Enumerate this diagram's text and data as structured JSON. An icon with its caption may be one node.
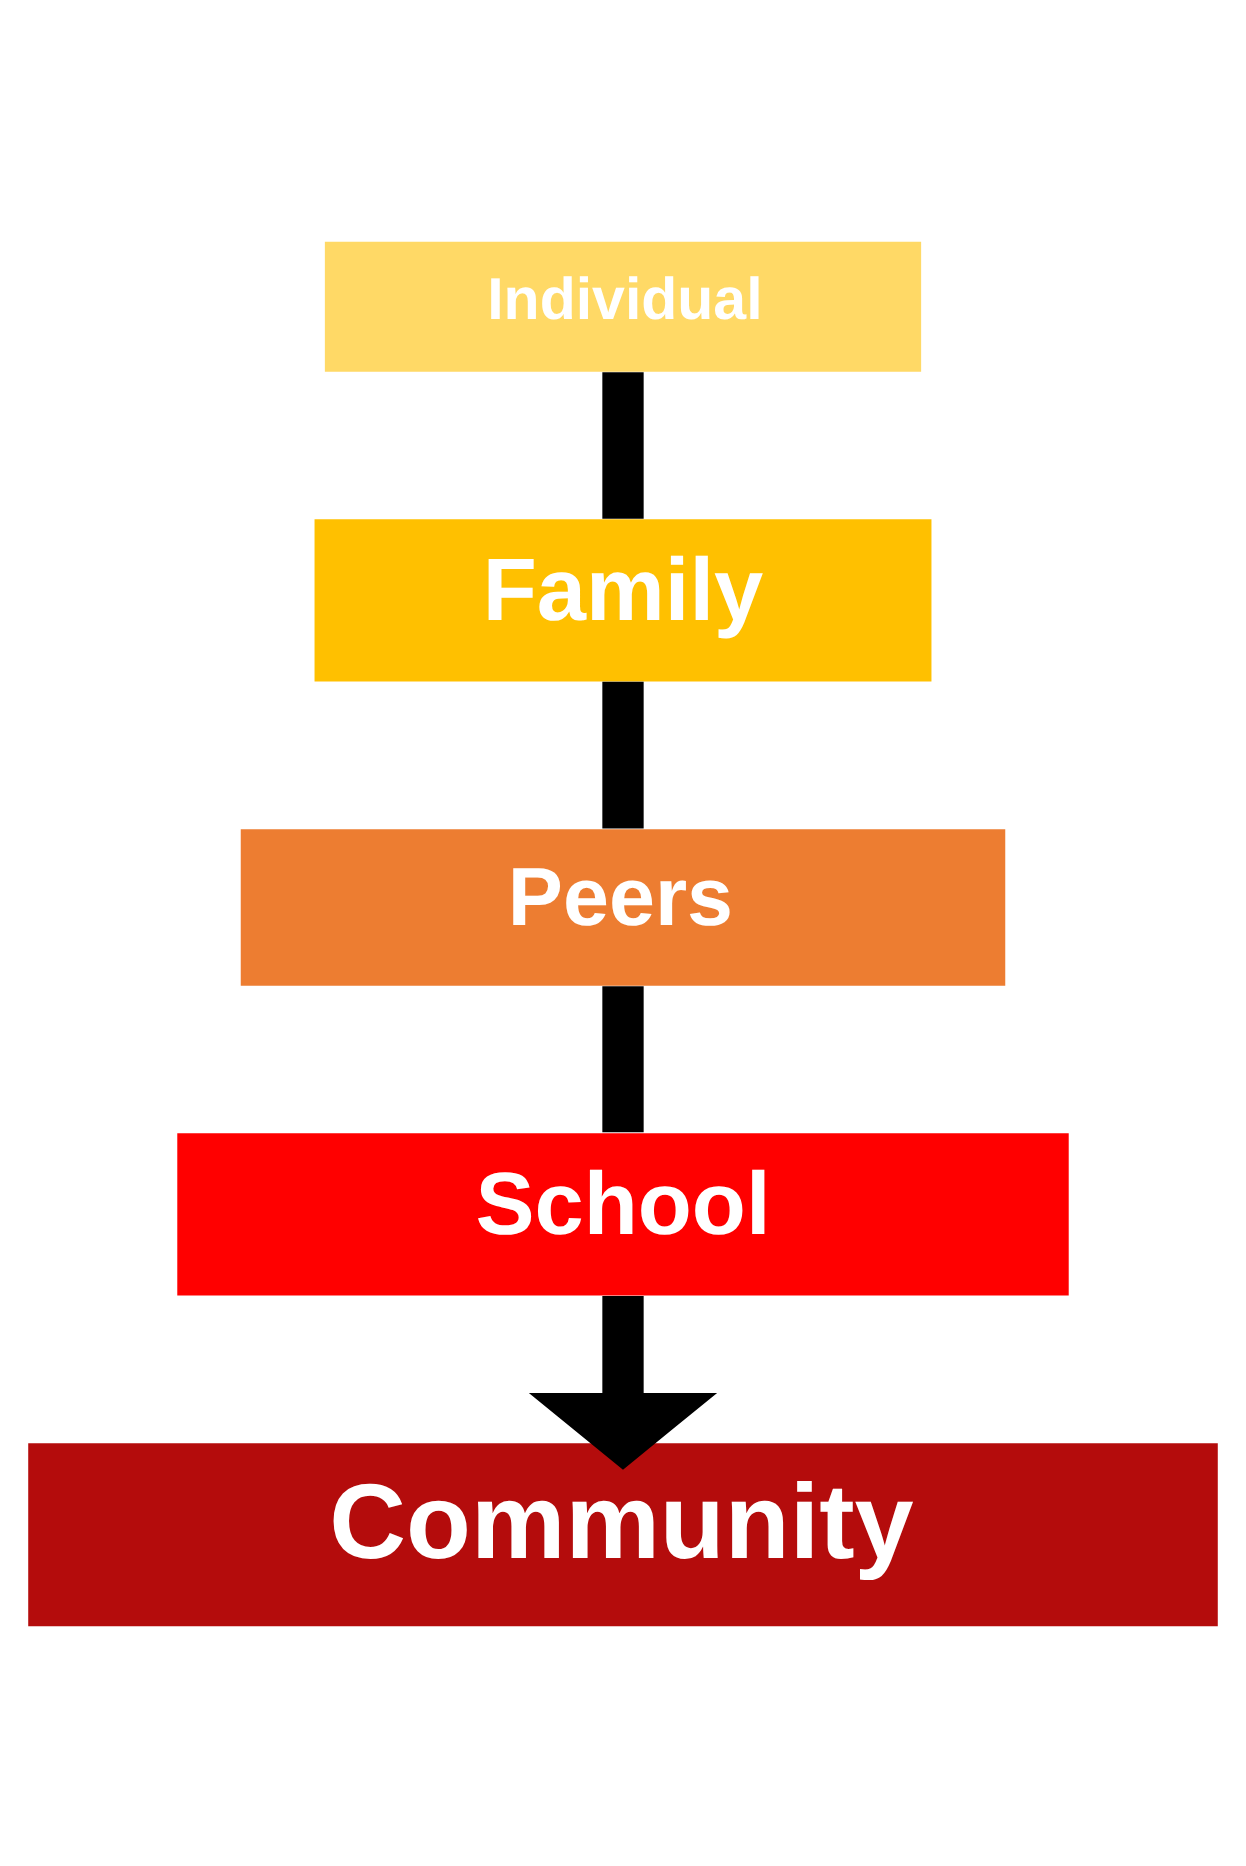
{
  "diagram": {
    "nodes": [
      {
        "text": [
          "Individual"
        ]
      },
      {
        "text": [
          "Family"
        ]
      },
      {
        "text": [
          "Peers"
        ]
      },
      {
        "text": [
          "School"
        ]
      },
      {
        "text": [
          "Community"
        ]
      }
    ],
    "edges": [
      {
        "from": 0,
        "to": 1,
        "arrow": "none"
      },
      {
        "from": 1,
        "to": 2,
        "arrow": "none"
      },
      {
        "from": 2,
        "to": 3,
        "arrow": "none"
      },
      {
        "from": 3,
        "to": 4,
        "arrow": "to"
      }
    ]
  }
}
